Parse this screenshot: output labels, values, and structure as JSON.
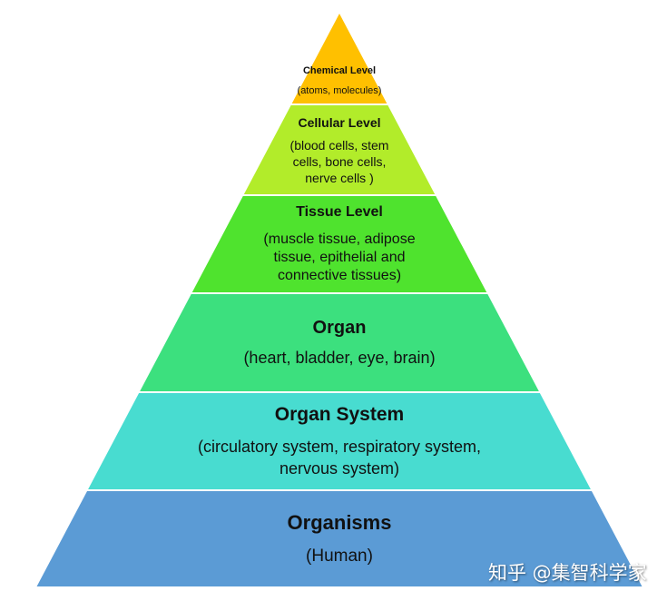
{
  "levels": [
    {
      "title": "Chemical Level",
      "desc": [
        "(atoms, molecules)"
      ],
      "color": "#FFC000"
    },
    {
      "title": "Cellular Level",
      "desc": [
        "(blood cells, stem",
        "cells, bone cells,",
        "nerve cells )"
      ],
      "color": "#B2EC2A"
    },
    {
      "title": "Tissue Level",
      "desc": [
        "(muscle tissue, adipose",
        "tissue, epithelial and",
        "connective tissues)"
      ],
      "color": "#4FE32E"
    },
    {
      "title": "Organ",
      "desc": [
        "(heart, bladder, eye, brain)"
      ],
      "color": "#3CE07E"
    },
    {
      "title": "Organ System",
      "desc": [
        "(circulatory system, respiratory system,",
        "nervous system)"
      ],
      "color": "#48DCD0"
    },
    {
      "title": "Organisms",
      "desc": [
        "(Human)"
      ],
      "color": "#5B9BD5"
    }
  ],
  "watermark": "知乎 @集智科学家"
}
